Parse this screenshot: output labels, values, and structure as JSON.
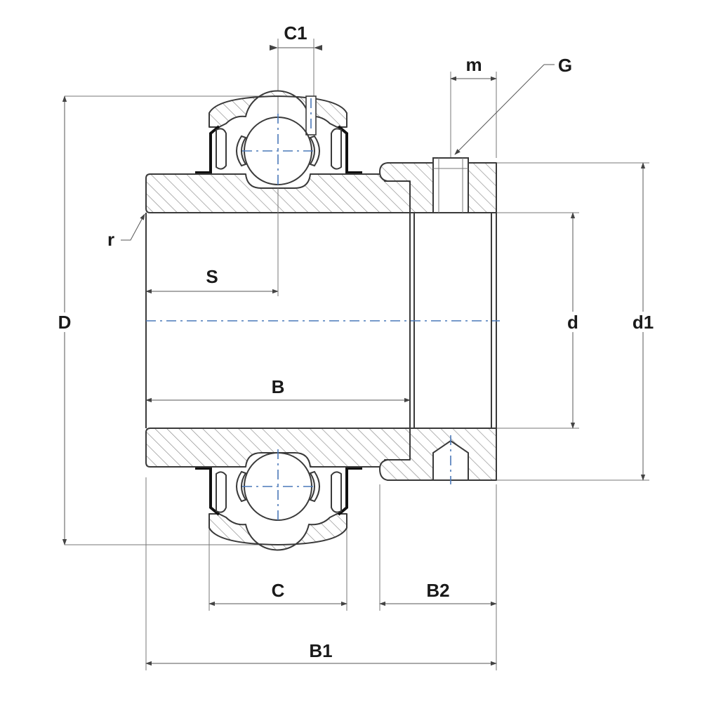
{
  "labels": {
    "c1": "C1",
    "m": "m",
    "g": "G",
    "r": "r",
    "s": "S",
    "d_outer": "D",
    "b": "B",
    "d_bore": "d",
    "d1": "d1",
    "c": "C",
    "b2": "B2",
    "b1": "B1"
  },
  "colors": {
    "centerline": "#4a78b8",
    "outline": "#3a3a3a",
    "hatch": "#888888"
  }
}
